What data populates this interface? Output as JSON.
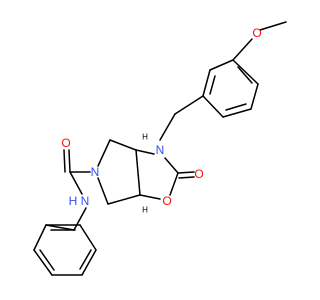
{
  "molecule": {
    "atom_labels": {
      "methoxy_o": "O",
      "methyl_ch3": "",
      "amide_o": "O",
      "amide_nh": "N",
      "amide_h": "H",
      "pyrrolidine_n": "N",
      "oxazolidinone_n": "N",
      "ring_o": "O",
      "carbonyl_o": "O"
    },
    "stereo_marks": {
      "upper": "H",
      "lower": "H"
    },
    "colors": {
      "oxygen": "#ff0d0d",
      "nitrogen": "#3050f8",
      "carbon": "#000000"
    }
  }
}
